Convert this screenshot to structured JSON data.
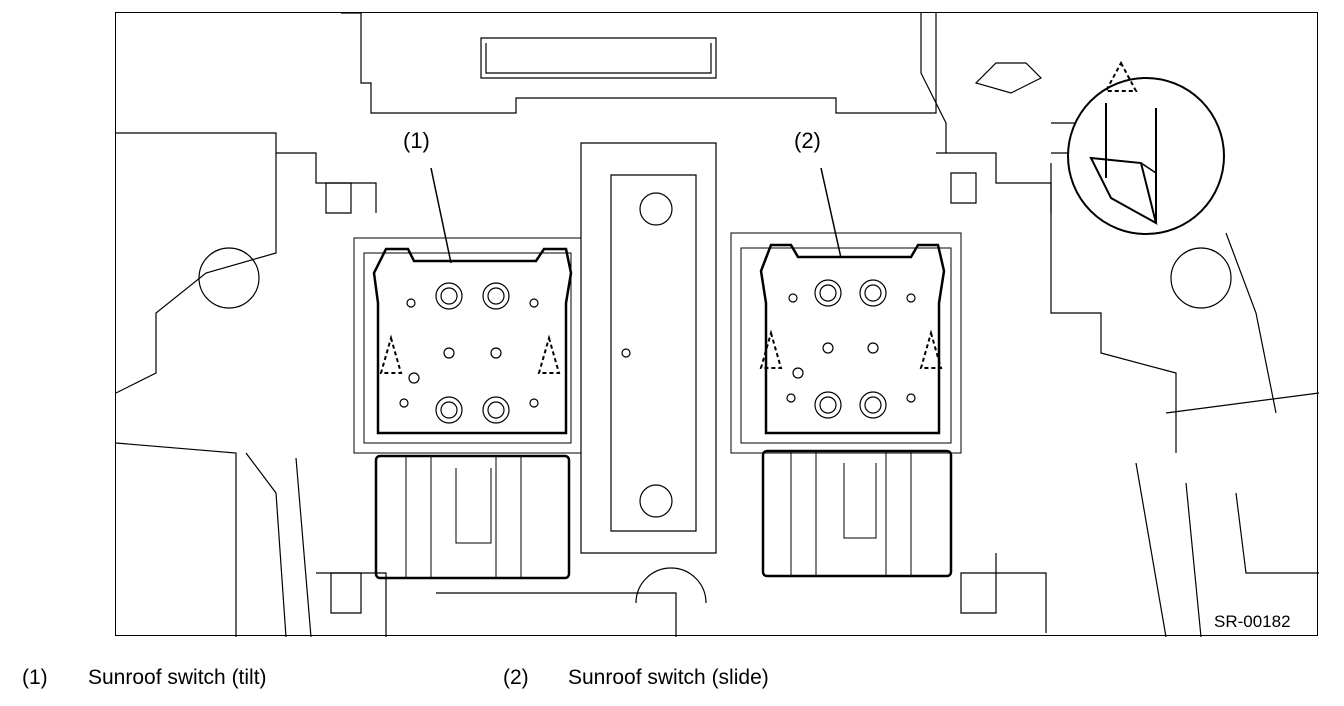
{
  "figure": {
    "code": "SR-00182",
    "callouts": [
      {
        "number": "(1)"
      },
      {
        "number": "(2)"
      }
    ]
  },
  "legend": [
    {
      "number": "(1)",
      "text": "Sunroof switch (tilt)"
    },
    {
      "number": "(2)",
      "text": "Sunroof switch (slide)"
    }
  ]
}
